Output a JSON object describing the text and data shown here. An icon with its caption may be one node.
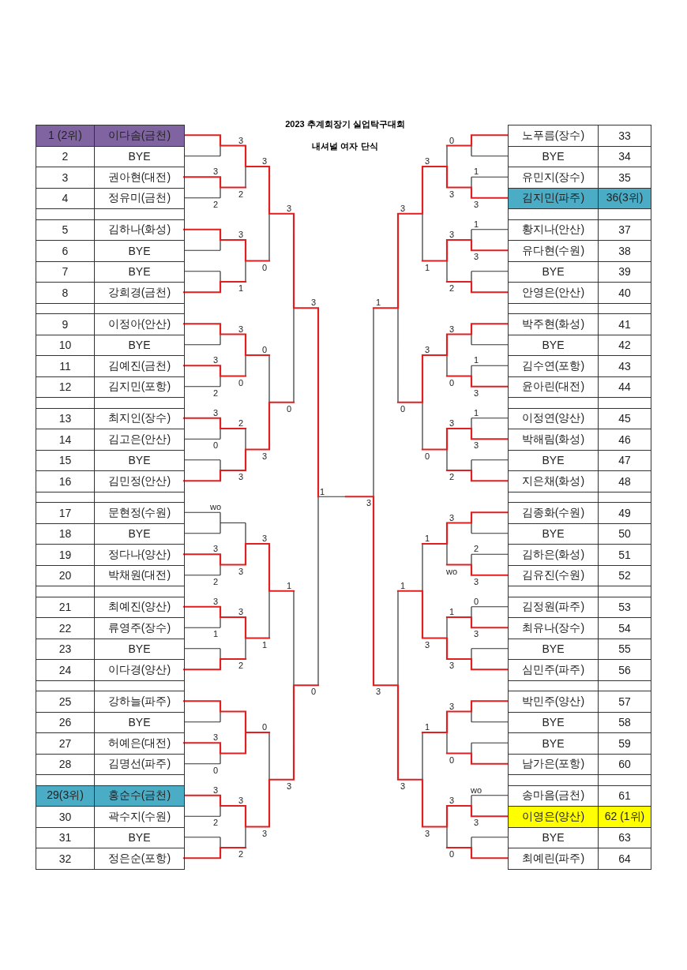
{
  "diagram": {
    "title": "2023 추계회장기 실업탁구대회",
    "labels": [
      "내셔널 여자 단식",
      "1 (2위)",
      "이다솜(금천)",
      "2",
      "BYE",
      "3",
      "권아현(대전)",
      "4",
      "정유미(금천)",
      "5",
      "김하나(화성)",
      "6",
      "BYE",
      "7",
      "BYE",
      "8",
      "강희경(금천)",
      "9",
      "이정아(안산)",
      "10",
      "BYE",
      "11",
      "김예진(금천)",
      "12",
      "김지민(포항)",
      "13",
      "최지인(장수)",
      "14",
      "김고은(안산)",
      "15",
      "BYE",
      "16",
      "김민정(안산)",
      "17",
      "문현정(수원)",
      "18",
      "BYE",
      "19",
      "정다나(양산)",
      "20",
      "박채원(대전)",
      "21",
      "최예진(양산)",
      "22",
      "류영주(장수)",
      "23",
      "BYE",
      "24",
      "이다경(양산)",
      "25",
      "강하늘(파주)",
      "26",
      "BYE",
      "27",
      "허예은(대전)",
      "28",
      "김명선(파주)",
      "29(3위)",
      "홍순수(금천)",
      "30",
      "곽수지(수원)",
      "31",
      "BYE",
      "32",
      "정은순(포항)",
      "노푸름(장수)",
      "33",
      "BYE",
      "34",
      "유민지(장수)",
      "35",
      "김지민(파주)",
      "36(3위)",
      "황지나(안산)",
      "37",
      "유다현(수원)",
      "38",
      "BYE",
      "39",
      "안영은(안산)",
      "40",
      "박주현(화성)",
      "41",
      "BYE",
      "42",
      "김수연(포항)",
      "43",
      "윤아린(대전)",
      "44",
      "이정연(양산)",
      "45",
      "박해림(화성)",
      "46",
      "BYE",
      "47",
      "지은채(화성)",
      "48",
      "김종화(수원)",
      "49",
      "BYE",
      "50",
      "김하은(화성)",
      "51",
      "김유진(수원)",
      "52",
      "김정원(파주)",
      "53",
      "최유나(장수)",
      "54",
      "BYE",
      "55",
      "심민주(파주)",
      "56",
      "박민주(양산)",
      "57",
      "BYE",
      "58",
      "BYE",
      "59",
      "남가은(포항)",
      "60",
      "송마음(금천)",
      "61",
      "이영은(양산)",
      "62 (1위)",
      "BYE",
      "63",
      "최예린(파주)",
      "64",
      "3",
      "2",
      "3",
      "2",
      "3",
      "0",
      "wo",
      "3",
      "2",
      "3",
      "1",
      "3",
      "0",
      "3",
      "2",
      "3",
      "2",
      "3",
      "1",
      "3",
      "0",
      "2",
      "3",
      "3",
      "3",
      "2",
      "3",
      "2",
      "3",
      "0",
      "0",
      "3",
      "3",
      "1",
      "0",
      "3",
      "3",
      "0",
      "1",
      "3",
      "3",
      "0",
      "1",
      "3",
      "1",
      "3",
      "1",
      "3",
      "1",
      "3",
      "2",
      "3",
      "0",
      "3",
      "wo",
      "3",
      "0",
      "3",
      "3",
      "2",
      "3",
      "0",
      "3",
      "2",
      "3",
      "wo",
      "1",
      "3",
      "3",
      "0",
      "3",
      "0",
      "3",
      "1",
      "3",
      "0",
      "1",
      "3",
      "1",
      "3",
      "3",
      "0",
      "1",
      "3",
      "1",
      "3",
      "1",
      "3"
    ]
  }
}
